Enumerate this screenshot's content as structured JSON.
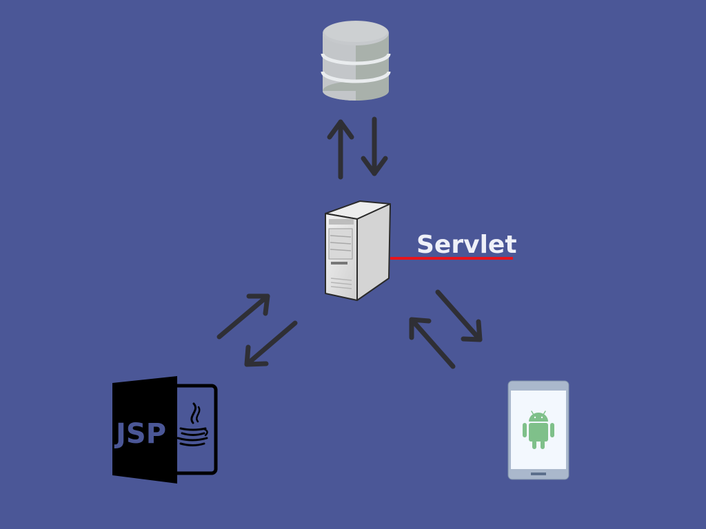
{
  "diagram": {
    "nodes": {
      "database": {
        "icon": "database-icon"
      },
      "server": {
        "icon": "server-icon",
        "label": "Servlet"
      },
      "jsp": {
        "icon": "jsp-file-icon",
        "text": "JSP"
      },
      "android": {
        "icon": "android-phone-icon"
      }
    },
    "edges": [
      {
        "from": "server",
        "to": "database"
      },
      {
        "from": "database",
        "to": "server"
      },
      {
        "from": "jsp",
        "to": "server"
      },
      {
        "from": "server",
        "to": "jsp"
      },
      {
        "from": "server",
        "to": "android"
      },
      {
        "from": "android",
        "to": "server"
      }
    ]
  },
  "colors": {
    "background": "#4b5797",
    "arrow": "#2f2f35",
    "label_underline": "#e8141b",
    "label_text": "#eef0f8",
    "android_green": "#7fc08a"
  }
}
